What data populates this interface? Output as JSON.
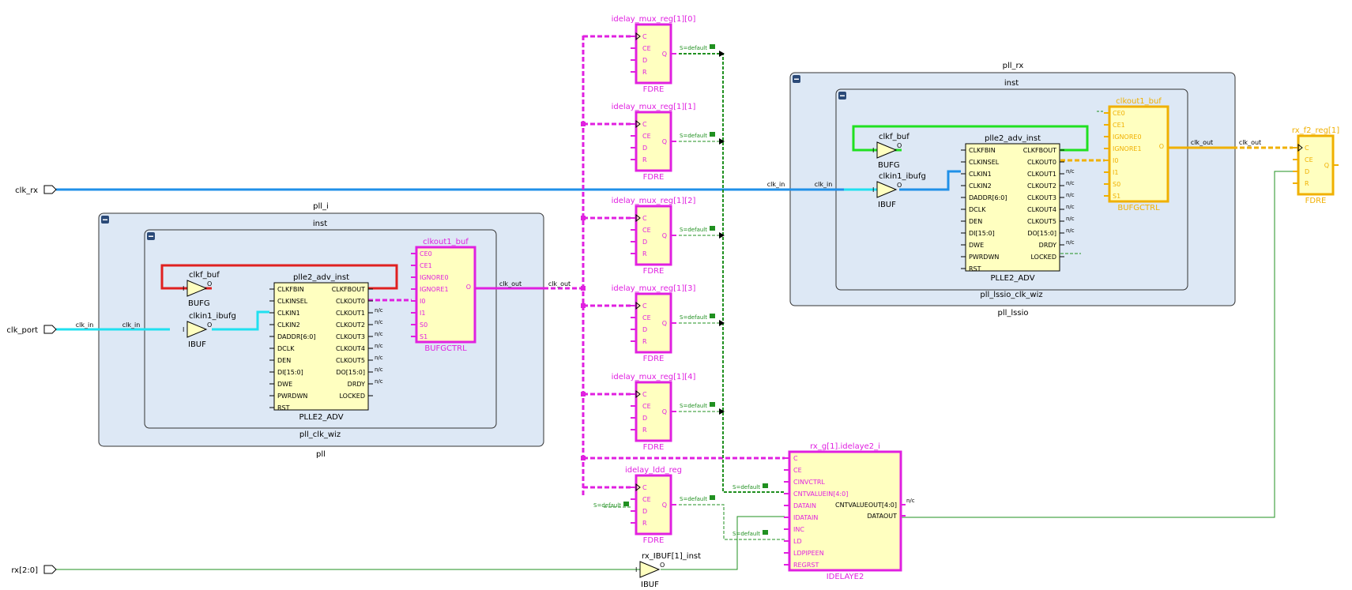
{
  "colors": {
    "magenta": "#e020e0",
    "orange": "#f0b000",
    "cyan": "#20e0f0",
    "blue": "#2090e8",
    "red": "#e02020",
    "green": "#20e020",
    "net_green": "#209020",
    "dark_green": "#107010",
    "cell_fill": "#ffffc0",
    "hier_fill": "#dde8f5"
  },
  "ports": {
    "clk_rx": "clk_rx",
    "clk_port": "clk_port",
    "rx": "rx[2:0]"
  },
  "nets": {
    "clk_in": "clk_in",
    "clk_out": "clk_out",
    "nc": "n/c",
    "sdefault": "S=default"
  },
  "hier": {
    "pll_i_title": "pll_i",
    "pll_footer": "pll",
    "inst": "inst",
    "pll_clk_wiz": "pll_clk_wiz",
    "pll_rx_title": "pll_rx",
    "pll_lssio": "pll_lssio",
    "pll_lssio_clk_wiz": "pll_lssio_clk_wiz",
    "collapse": "−"
  },
  "plle2": {
    "inst_name": "plle2_adv_inst",
    "type": "PLLE2_ADV",
    "left_pins": [
      "CLKFBIN",
      "CLKINSEL",
      "CLKIN1",
      "CLKIN2",
      "DADDR[6:0]",
      "DCLK",
      "DEN",
      "DI[15:0]",
      "DWE",
      "PWRDWN",
      "RST"
    ],
    "right_pins": [
      "CLKFBOUT",
      "CLKOUT0",
      "CLKOUT1",
      "CLKOUT2",
      "CLKOUT3",
      "CLKOUT4",
      "CLKOUT5",
      "DO[15:0]",
      "DRDY",
      "LOCKED"
    ]
  },
  "bufs": {
    "clkf_buf": "clkf_buf",
    "bufg": "BUFG",
    "clkin1_ibufg": "clkin1_ibufg",
    "ibuf": "IBUF",
    "pin_i": "I",
    "pin_o": "O",
    "rx_ibuf": "rx_IBUF[1]_inst"
  },
  "bufgctrl": {
    "inst_name": "clkout1_buf",
    "type": "BUFGCTRL",
    "left_pins": [
      "CE0",
      "CE1",
      "IGNORE0",
      "IGNORE1",
      "I0",
      "I1",
      "S0",
      "S1"
    ],
    "out_pin": "O"
  },
  "fdre": {
    "type": "FDRE",
    "pins": [
      "C",
      "CE",
      "D",
      "R"
    ],
    "out_pin": "Q",
    "instances": [
      "idelay_mux_reg[1][0]",
      "idelay_mux_reg[1][1]",
      "idelay_mux_reg[1][2]",
      "idelay_mux_reg[1][3]",
      "idelay_mux_reg[1][4]",
      "idelay_ldd_reg"
    ],
    "rx_f2": "rx_f2_reg[1]"
  },
  "idelay": {
    "inst_name": "rx_g[1].idelaye2_i",
    "type": "IDELAYE2",
    "left_pins": [
      "C",
      "CE",
      "CINVCTRL",
      "CNTVALUEIN[4:0]",
      "DATAIN",
      "IDATAIN",
      "INC",
      "LD",
      "LDPIPEEN",
      "REGRST"
    ],
    "right_pins": [
      "CNTVALUEOUT[4:0]",
      "DATAOUT"
    ]
  }
}
